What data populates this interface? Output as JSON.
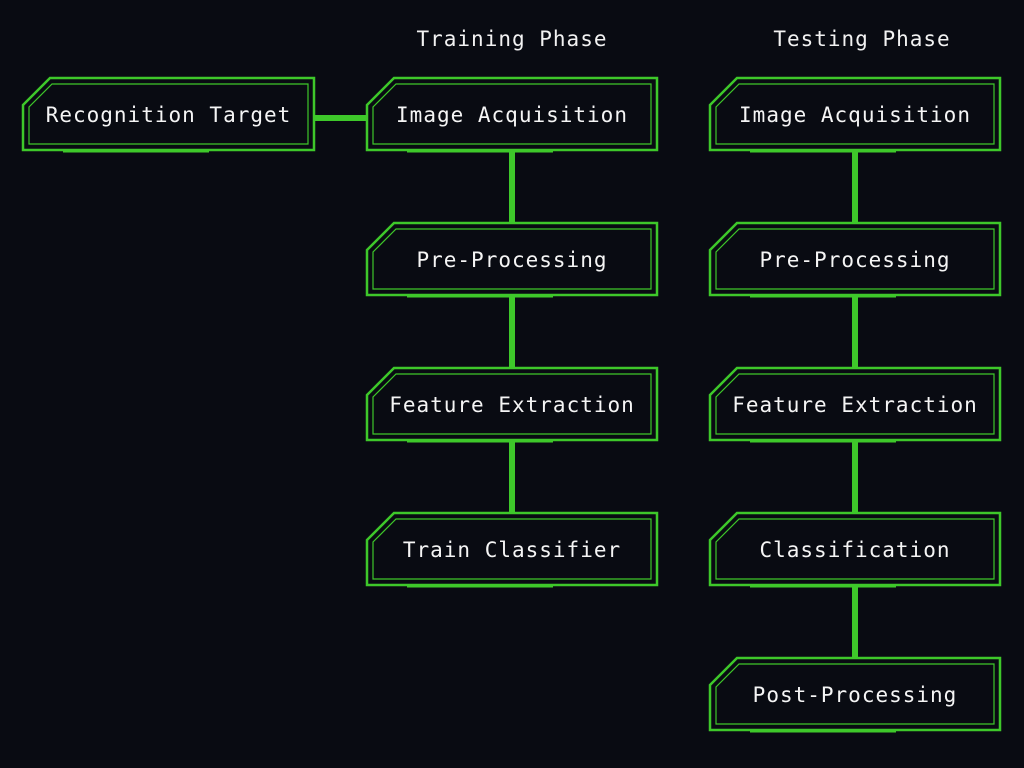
{
  "colors": {
    "background": "#090b12",
    "accent": "#3ec82a",
    "text": "#f5f5f5"
  },
  "diagram": {
    "training_title": "Training Phase",
    "testing_title": "Testing Phase",
    "recognition_target": "Recognition Target",
    "training_steps": [
      "Image Acquisition",
      "Pre-Processing",
      "Feature Extraction",
      "Train Classifier"
    ],
    "testing_steps": [
      "Image Acquisition",
      "Pre-Processing",
      "Feature Extraction",
      "Classification",
      "Post-Processing"
    ]
  }
}
